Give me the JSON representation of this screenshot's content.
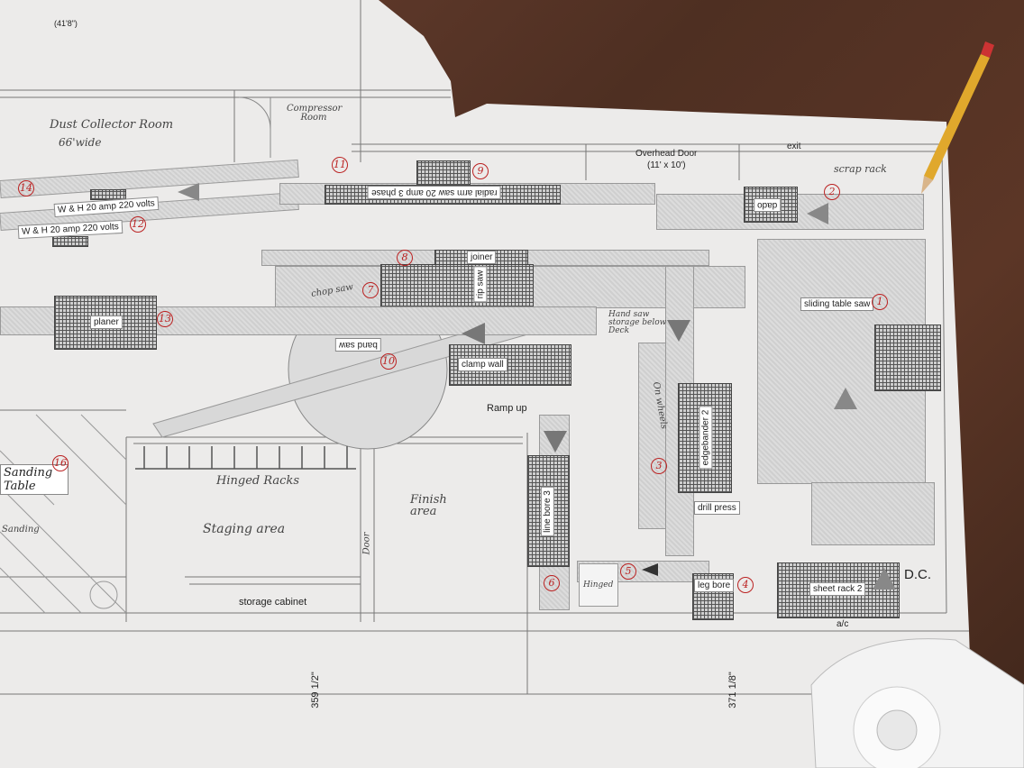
{
  "rooms": {
    "dust_collector": "Dust Collector Room",
    "dust_width": "66'wide",
    "compressor": "Compressor Room",
    "overhead_door": "Overhead Door",
    "overhead_size": "(11' x 10')",
    "exit": "exit",
    "scrap_rack": "scrap rack",
    "corner_dim": "(41'8\")",
    "hinged_racks": "Hinged Racks",
    "staging_area": "Staging area",
    "finish_area": "Finish area",
    "door": "Door",
    "storage_cabinet": "storage cabinet",
    "ramp_up": "Ramp up",
    "hand_note": "Hand saw storage below Deck",
    "dc": "D.C.",
    "ac": "a/c",
    "sanding": "Sanding",
    "sanding_table": "Sanding Table",
    "dim_left": "359 1/2\"",
    "dim_right": "371 1/8\""
  },
  "machines": {
    "wh1": "W & H 20 amp 220 volts",
    "wh2": "W & H 20 amp 220 volts",
    "radial": "radial arm saw 20 amp 3 phase",
    "dado": "dado",
    "joiner": "joiner",
    "rip_saw": "rip saw",
    "planer": "planer",
    "band_saw": "band saw",
    "clamp_wall": "clamp wall",
    "sliding": "sliding table saw",
    "edgebander": "edgebander 2",
    "drill_press": "drill press",
    "line_bore": "line bore 3",
    "leg_bore": "leg bore",
    "sheet_rack": "sheet rack 2",
    "chop_saw": "chop saw",
    "hinged_note": "Hinged",
    "on_wheels": "On wheels"
  },
  "numbers": [
    "1",
    "2",
    "3",
    "4",
    "5",
    "6",
    "7",
    "8",
    "9",
    "10",
    "12",
    "13",
    "14",
    "16",
    "11"
  ]
}
